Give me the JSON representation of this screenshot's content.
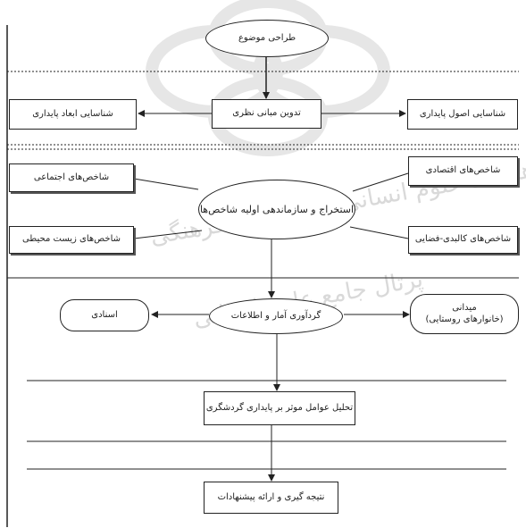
{
  "watermark": {
    "line1": "پژوهشگاه علوم انسانی و مطالعات فرهنگی",
    "line2": "پرتال جامع علوم انسانی"
  },
  "nodes": {
    "topic": "طراحی موضوع",
    "theory": "تدوین مبانی نظری",
    "sustain_dims": "شناسایی ابعاد پایداری",
    "sustain_principles": "شناسایی اصول پایداری",
    "social_ind": "شاخص‌های اجتماعی",
    "economic_ind": "شاخص‌های اقتصادی",
    "extract": "استخراج و سازماندهی اولیه شاخص‌ها",
    "env_ind": "شاخص‌های زیست محیطی",
    "physical_ind": "شاخص‌های کالبدی-فضایی",
    "collect": "گردآوری آمار و اطلاعات",
    "documentary": "اسنادی",
    "field": "میدانی",
    "field_sub": "(خانوارهای روستایی)",
    "analysis": "تحلیل عوامل موثر بر پایداری گردشگری",
    "conclusion": "نتیجه گیری و ارائه پیشنهادات"
  }
}
